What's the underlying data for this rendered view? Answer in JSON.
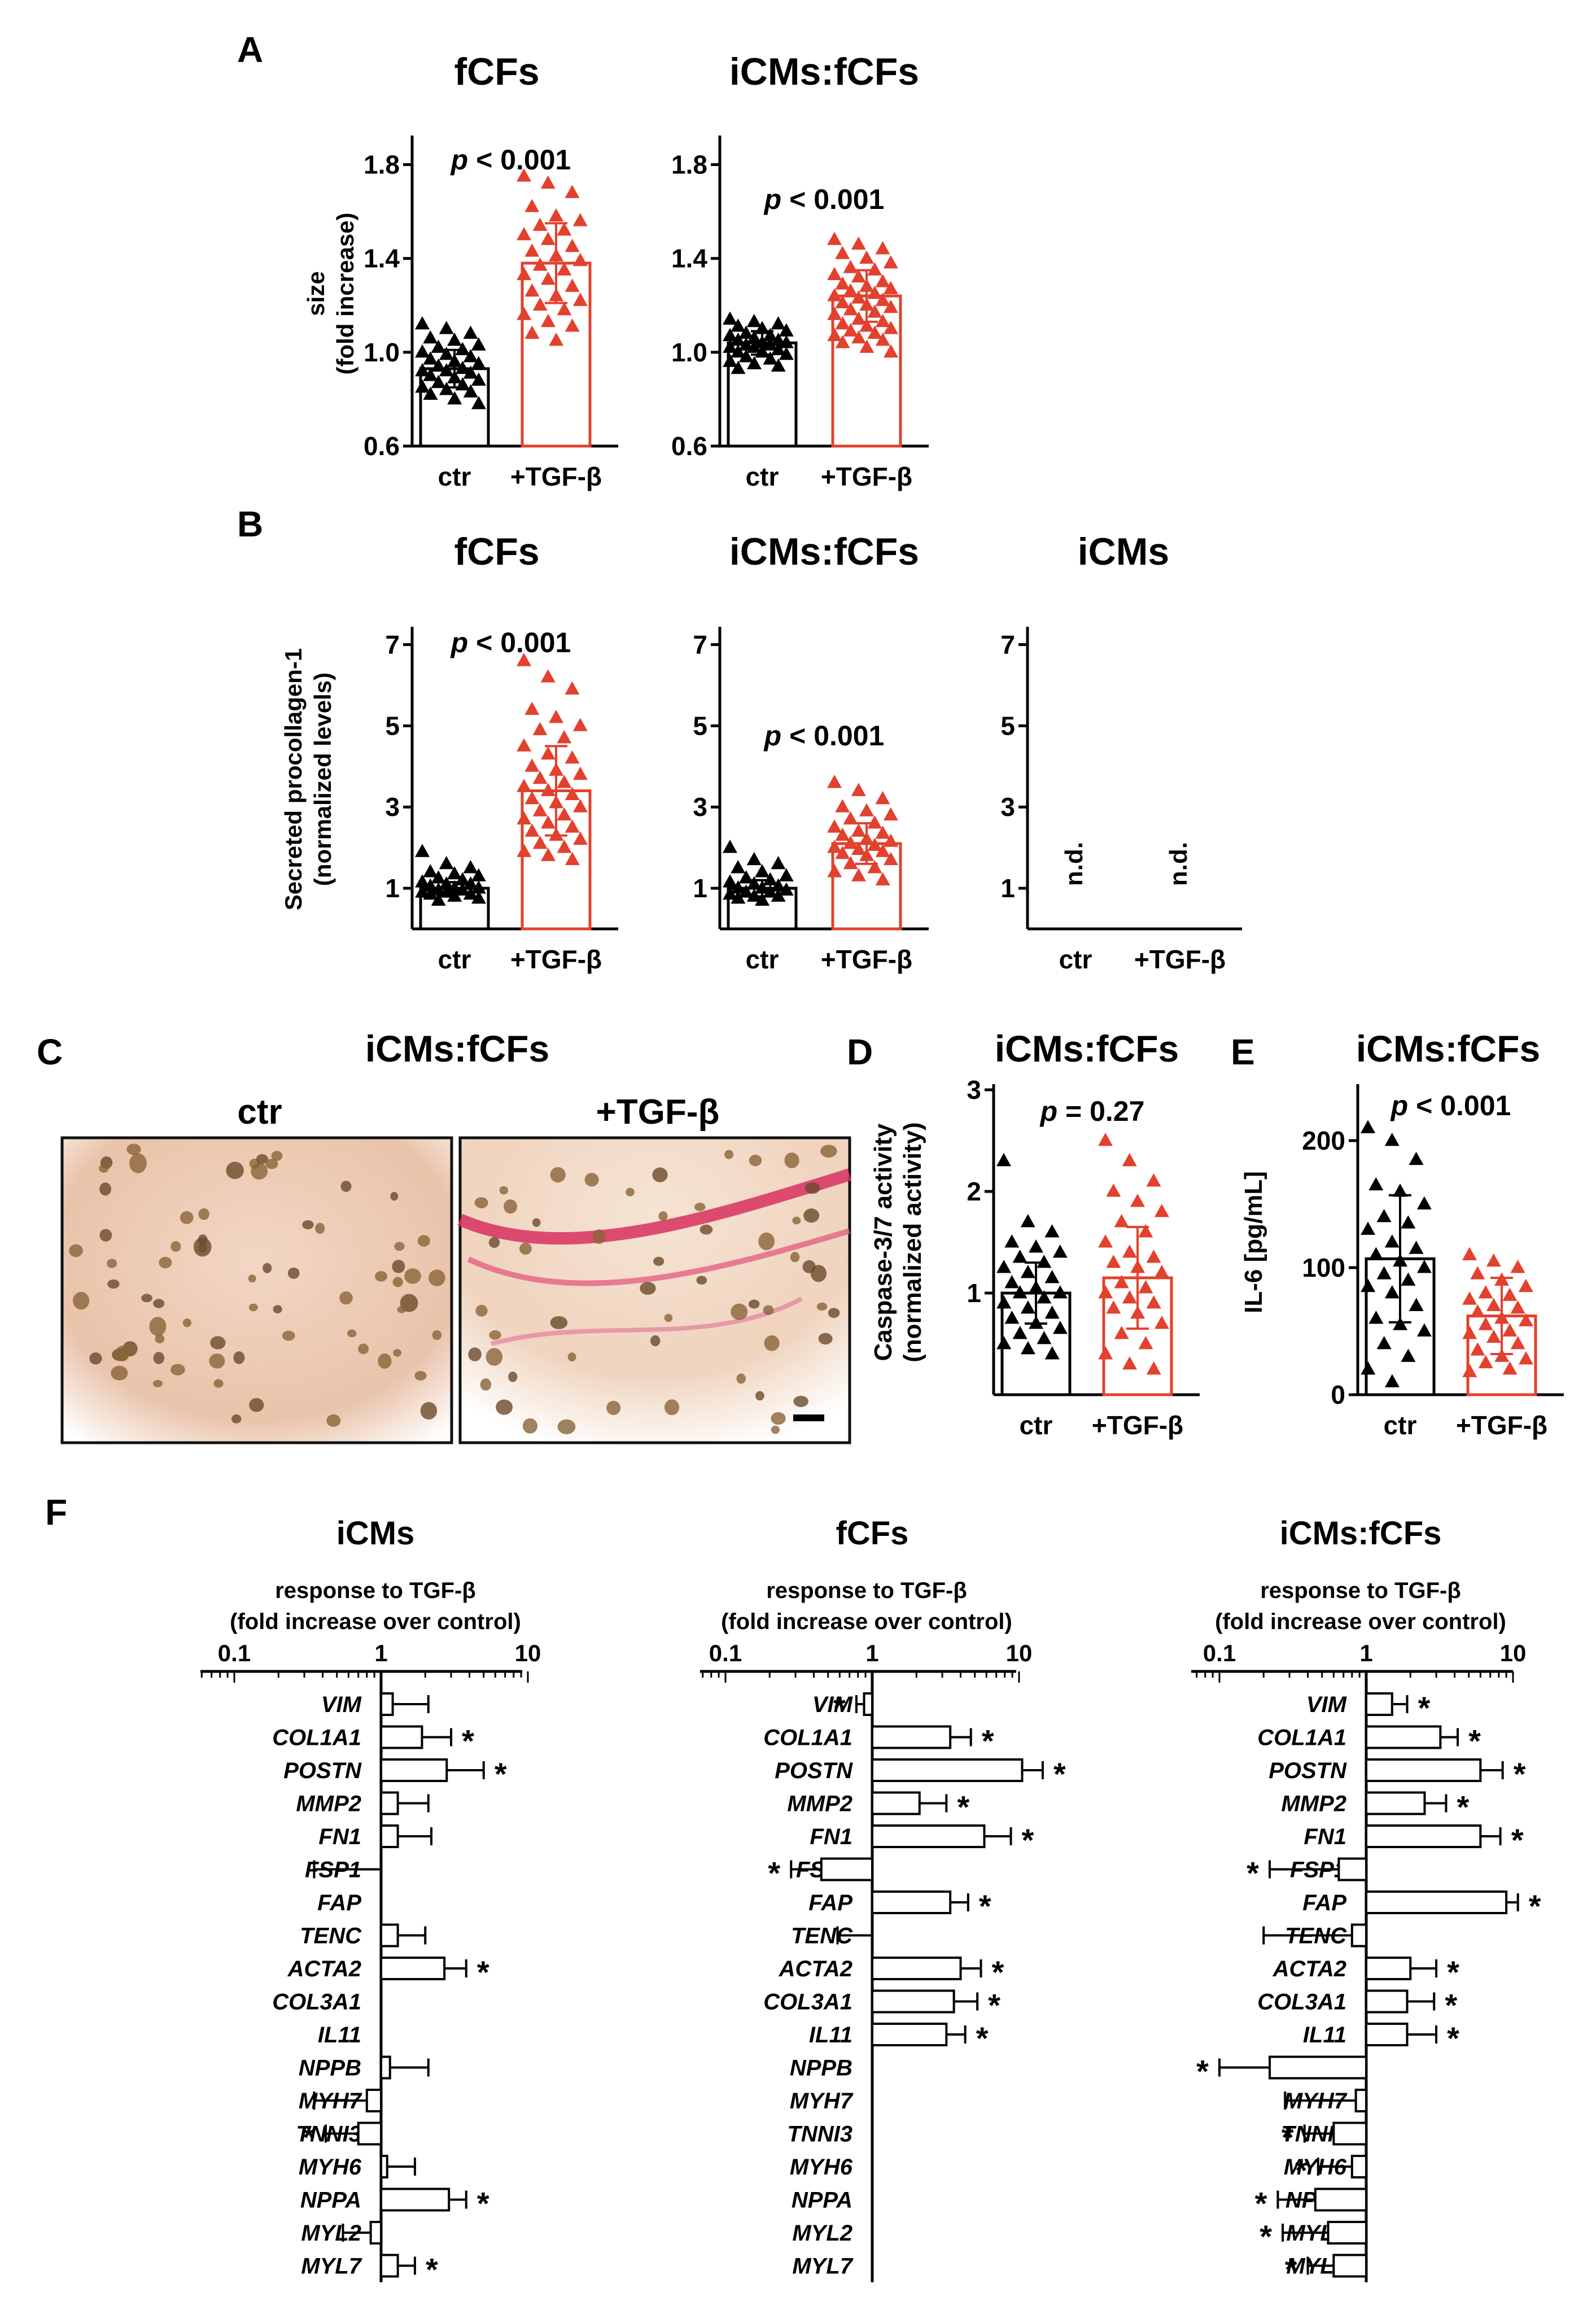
{
  "colors": {
    "ctr": "#000000",
    "tgf": "#e2412e",
    "axis": "#000000"
  },
  "panel_labels": {
    "a": "A",
    "b": "B",
    "c": "C",
    "d": "D",
    "e": "E",
    "f": "F"
  },
  "panel_c": {
    "title": "iCMs:fCFs",
    "left_label": "ctr",
    "right_label": "+TGF-β"
  },
  "chart_data": [
    {
      "id": "A1",
      "type": "scatter",
      "panel": "A",
      "title": "fCFs",
      "ylabel": "size (fold increase)",
      "ylim": [
        0.6,
        1.9
      ],
      "yticks": [
        0.6,
        1.0,
        1.4,
        1.8
      ],
      "ytick_labels": [
        "0.6",
        "1.0",
        "1.4",
        "1.8"
      ],
      "categories": [
        "ctr",
        "+TGF-β"
      ],
      "annotation": "p < 0.001",
      "series": [
        {
          "name": "ctr",
          "mean": 0.93,
          "sd": 0.08,
          "values": [
            1.12,
            1.1,
            1.08,
            1.06,
            1.05,
            1.03,
            1.02,
            1.01,
            1.0,
            0.99,
            0.98,
            0.97,
            0.96,
            0.95,
            0.94,
            0.93,
            0.92,
            0.92,
            0.91,
            0.9,
            0.89,
            0.88,
            0.87,
            0.86,
            0.85,
            0.84,
            0.83,
            0.82,
            0.8,
            0.78
          ]
        },
        {
          "name": "+TGF-β",
          "mean": 1.38,
          "sd": 0.17,
          "values": [
            1.75,
            1.72,
            1.68,
            1.62,
            1.58,
            1.56,
            1.54,
            1.52,
            1.5,
            1.48,
            1.45,
            1.43,
            1.41,
            1.39,
            1.37,
            1.35,
            1.33,
            1.31,
            1.28,
            1.26,
            1.24,
            1.22,
            1.2,
            1.18,
            1.16,
            1.13,
            1.11,
            1.08,
            1.05
          ]
        }
      ]
    },
    {
      "id": "A2",
      "type": "scatter",
      "panel": "A",
      "title": "iCMs:fCFs",
      "ylabel": "",
      "ylim": [
        0.6,
        1.9
      ],
      "yticks": [
        0.6,
        1.0,
        1.4,
        1.8
      ],
      "ytick_labels": [
        "0.6",
        "1.0",
        "1.4",
        "1.8"
      ],
      "categories": [
        "ctr",
        "+TGF-β"
      ],
      "annotation": "p < 0.001",
      "series": [
        {
          "name": "ctr",
          "mean": 1.04,
          "sd": 0.05,
          "values": [
            1.14,
            1.13,
            1.12,
            1.11,
            1.1,
            1.09,
            1.08,
            1.07,
            1.07,
            1.06,
            1.05,
            1.05,
            1.04,
            1.04,
            1.03,
            1.03,
            1.02,
            1.02,
            1.01,
            1.0,
            1.0,
            0.99,
            0.98,
            0.97,
            0.96,
            0.95,
            0.94,
            0.93
          ]
        },
        {
          "name": "+TGF-β",
          "mean": 1.24,
          "sd": 0.11,
          "values": [
            1.48,
            1.46,
            1.44,
            1.42,
            1.4,
            1.38,
            1.36,
            1.35,
            1.33,
            1.32,
            1.3,
            1.29,
            1.28,
            1.27,
            1.26,
            1.25,
            1.24,
            1.23,
            1.22,
            1.21,
            1.2,
            1.19,
            1.18,
            1.17,
            1.16,
            1.14,
            1.13,
            1.12,
            1.11,
            1.1,
            1.09,
            1.08,
            1.07,
            1.06,
            1.05,
            1.04,
            1.02,
            1.0
          ]
        }
      ]
    },
    {
      "id": "B1",
      "type": "scatter",
      "panel": "B",
      "title": "fCFs",
      "ylabel": "Secreted procollagen-1 (normalized levels)",
      "ylim": [
        0,
        7.3
      ],
      "yticks": [
        1,
        3,
        5,
        7
      ],
      "ytick_labels": [
        "1",
        "3",
        "5",
        "7"
      ],
      "categories": [
        "ctr",
        "+TGF-β"
      ],
      "annotation": "p < 0.001",
      "series": [
        {
          "name": "ctr",
          "mean": 1.0,
          "sd": 0.15,
          "values": [
            1.9,
            1.6,
            1.5,
            1.4,
            1.35,
            1.3,
            1.25,
            1.2,
            1.15,
            1.1,
            1.1,
            1.05,
            1.0,
            1.0,
            0.95,
            0.95,
            0.9,
            0.9,
            0.85,
            0.85,
            0.8,
            0.75,
            0.7
          ]
        },
        {
          "name": "+TGF-β",
          "mean": 3.4,
          "sd": 1.1,
          "values": [
            6.6,
            6.2,
            5.9,
            5.4,
            5.2,
            5.0,
            4.9,
            4.7,
            4.5,
            4.3,
            4.2,
            4.0,
            3.9,
            3.8,
            3.7,
            3.6,
            3.5,
            3.4,
            3.3,
            3.2,
            3.1,
            3.0,
            2.9,
            2.8,
            2.7,
            2.6,
            2.5,
            2.4,
            2.3,
            2.2,
            2.1,
            2.0,
            1.9,
            1.8,
            1.7
          ]
        }
      ]
    },
    {
      "id": "B2",
      "type": "scatter",
      "panel": "B",
      "title": "iCMs:fCFs",
      "ylabel": "",
      "ylim": [
        0,
        7.3
      ],
      "yticks": [
        1,
        3,
        5,
        7
      ],
      "ytick_labels": [
        "1",
        "3",
        "5",
        "7"
      ],
      "categories": [
        "ctr",
        "+TGF-β"
      ],
      "annotation": "p < 0.001",
      "series": [
        {
          "name": "ctr",
          "mean": 1.0,
          "sd": 0.2,
          "values": [
            2.0,
            1.7,
            1.6,
            1.5,
            1.4,
            1.3,
            1.25,
            1.2,
            1.15,
            1.1,
            1.05,
            1.0,
            1.0,
            0.95,
            0.9,
            0.9,
            0.85,
            0.8,
            0.8,
            0.75,
            0.7
          ]
        },
        {
          "name": "+TGF-β",
          "mean": 2.1,
          "sd": 0.5,
          "values": [
            3.6,
            3.4,
            3.2,
            3.0,
            2.9,
            2.8,
            2.7,
            2.6,
            2.5,
            2.4,
            2.35,
            2.3,
            2.2,
            2.15,
            2.1,
            2.05,
            2.0,
            1.95,
            1.9,
            1.85,
            1.8,
            1.7,
            1.6,
            1.5,
            1.4,
            1.3,
            1.2
          ]
        }
      ]
    },
    {
      "id": "B3",
      "type": "scatter",
      "panel": "B",
      "title": "iCMs",
      "ylabel": "",
      "ylim": [
        0,
        7.3
      ],
      "yticks": [
        1,
        3,
        5,
        7
      ],
      "ytick_labels": [
        "1",
        "3",
        "5",
        "7"
      ],
      "categories": [
        "ctr",
        "+TGF-β"
      ],
      "annotation": "",
      "na_labels": [
        "n.d.",
        "n.d."
      ],
      "series": []
    },
    {
      "id": "D",
      "type": "scatter",
      "panel": "D",
      "title": "iCMs:fCFs",
      "ylabel": "Caspase-3/7 activity (normalized activity)",
      "ylim": [
        0,
        3
      ],
      "yticks": [
        1,
        2,
        3
      ],
      "ytick_labels": [
        "1",
        "2",
        "3"
      ],
      "categories": [
        "ctr",
        "+TGF-β"
      ],
      "annotation": "p = 0.27",
      "series": [
        {
          "name": "ctr",
          "mean": 1.0,
          "sd": 0.3,
          "values": [
            2.3,
            1.7,
            1.6,
            1.5,
            1.45,
            1.4,
            1.35,
            1.3,
            1.25,
            1.2,
            1.15,
            1.1,
            1.05,
            1.0,
            1.0,
            0.95,
            0.9,
            0.85,
            0.8,
            0.75,
            0.7,
            0.65,
            0.6,
            0.55,
            0.5,
            0.45,
            0.4
          ]
        },
        {
          "name": "+TGF-β",
          "mean": 1.15,
          "sd": 0.5,
          "values": [
            2.5,
            2.3,
            2.1,
            2.0,
            1.9,
            1.8,
            1.7,
            1.6,
            1.5,
            1.4,
            1.35,
            1.3,
            1.25,
            1.2,
            1.1,
            1.05,
            1.0,
            0.95,
            0.9,
            0.85,
            0.8,
            0.7,
            0.6,
            0.5,
            0.4,
            0.3,
            0.25
          ]
        }
      ]
    },
    {
      "id": "E",
      "type": "scatter",
      "panel": "E",
      "title": "iCMs:fCFs",
      "ylabel": "IL-6 [pg/mL]",
      "ylim": [
        0,
        240
      ],
      "yticks": [
        0,
        100,
        200
      ],
      "ytick_labels": [
        "0",
        "100",
        "200"
      ],
      "categories": [
        "ctr",
        "+TGF-β"
      ],
      "annotation": "p < 0.001",
      "series": [
        {
          "name": "ctr",
          "mean": 107,
          "sd": 50,
          "values": [
            210,
            200,
            185,
            165,
            160,
            150,
            140,
            135,
            130,
            120,
            115,
            110,
            105,
            100,
            95,
            90,
            85,
            80,
            70,
            60,
            55,
            50,
            40,
            30,
            20,
            10
          ]
        },
        {
          "name": "+TGF-β",
          "mean": 62,
          "sd": 30,
          "values": [
            110,
            105,
            100,
            95,
            90,
            85,
            80,
            78,
            75,
            70,
            68,
            65,
            60,
            58,
            55,
            50,
            48,
            45,
            40,
            35,
            30,
            28,
            25,
            20,
            18
          ]
        }
      ]
    },
    {
      "id": "F1",
      "type": "bar",
      "panel": "F",
      "orientation": "horizontal",
      "scale": "log",
      "title": "iCMs",
      "xlabel": "response to TGF-β",
      "xlabel2": "(fold increase over control)",
      "xlim": [
        0.05,
        10
      ],
      "xticks": [
        0.1,
        1,
        10
      ],
      "xtick_labels": [
        "0.1",
        "1",
        "10"
      ],
      "categories": [
        "VIM",
        "COL1A1",
        "POSTN",
        "MMP2",
        "FN1",
        "FSP1",
        "FAP",
        "TENC",
        "ACTA2",
        "COL3A1",
        "IL11",
        "NPPB",
        "MYH7",
        "TNNI3",
        "MYH6",
        "NPPA",
        "MYL2",
        "MYL7"
      ],
      "values": [
        1.2,
        1.9,
        2.8,
        1.3,
        1.3,
        1.0,
        null,
        1.3,
        2.7,
        null,
        null,
        1.15,
        0.8,
        0.7,
        1.1,
        2.9,
        0.85,
        1.3
      ],
      "err": [
        2.1,
        3.0,
        5.0,
        2.1,
        2.2,
        0.35,
        null,
        2.0,
        3.8,
        null,
        null,
        2.1,
        0.35,
        0.42,
        1.7,
        3.8,
        0.55,
        1.7
      ],
      "sig": [
        false,
        true,
        true,
        false,
        false,
        false,
        false,
        false,
        true,
        false,
        false,
        false,
        false,
        true,
        false,
        true,
        false,
        true
      ]
    },
    {
      "id": "F2",
      "type": "bar",
      "panel": "F",
      "orientation": "horizontal",
      "scale": "log",
      "title": "fCFs",
      "xlabel": "response to TGF-β",
      "xlabel2": "(fold increase over control)",
      "xlim": [
        0.05,
        10
      ],
      "xticks": [
        0.1,
        1,
        10
      ],
      "xtick_labels": [
        "0.1",
        "1",
        "10"
      ],
      "categories": [
        "VIM",
        "COL1A1",
        "POSTN",
        "MMP2",
        "FN1",
        "FSP1",
        "FAP",
        "TENC",
        "ACTA2",
        "COL3A1",
        "IL11",
        "NPPB",
        "MYH7",
        "TNNI3",
        "MYH6",
        "NPPA",
        "MYL2",
        "MYL7"
      ],
      "values": [
        0.88,
        3.4,
        10.5,
        2.1,
        5.8,
        0.45,
        3.4,
        1.0,
        4.0,
        3.6,
        3.2,
        null,
        null,
        null,
        null,
        null,
        null,
        null
      ],
      "err": [
        0.78,
        4.7,
        14.5,
        3.2,
        8.8,
        0.28,
        4.5,
        0.58,
        5.5,
        5.2,
        4.3,
        null,
        null,
        null,
        null,
        null,
        null,
        null
      ],
      "sig": [
        true,
        true,
        true,
        true,
        true,
        true,
        true,
        false,
        true,
        true,
        true,
        false,
        false,
        false,
        false,
        false,
        false,
        false
      ]
    },
    {
      "id": "F3",
      "type": "bar",
      "panel": "F",
      "orientation": "horizontal",
      "scale": "log",
      "title": "iCMs:fCFs",
      "xlabel": "response to TGF-β",
      "xlabel2": "(fold increase over control)",
      "xlim": [
        0.05,
        10
      ],
      "xticks": [
        0.1,
        1,
        10
      ],
      "xtick_labels": [
        "0.1",
        "1",
        "10"
      ],
      "categories": [
        "VIM",
        "COL1A1",
        "POSTN",
        "MMP2",
        "FN1",
        "FSP1",
        "FAP",
        "TENC",
        "ACTA2",
        "COL3A1",
        "IL11",
        "NPPB",
        "MYH7",
        "TNNI3",
        "MYH6",
        "NPPA",
        "MYL2",
        "MYL7"
      ],
      "values": [
        1.5,
        3.2,
        6.0,
        2.5,
        6.0,
        0.65,
        9.0,
        0.8,
        2.0,
        1.9,
        1.9,
        0.22,
        0.85,
        0.6,
        0.8,
        0.45,
        0.55,
        0.6
      ],
      "err": [
        1.9,
        4.2,
        8.5,
        3.5,
        8.2,
        0.22,
        10.8,
        0.2,
        3.0,
        2.9,
        3.0,
        0.1,
        0.28,
        0.38,
        0.47,
        0.25,
        0.27,
        0.4
      ],
      "sig": [
        true,
        true,
        true,
        true,
        true,
        true,
        true,
        false,
        true,
        true,
        true,
        true,
        false,
        true,
        true,
        true,
        true,
        true
      ]
    }
  ]
}
